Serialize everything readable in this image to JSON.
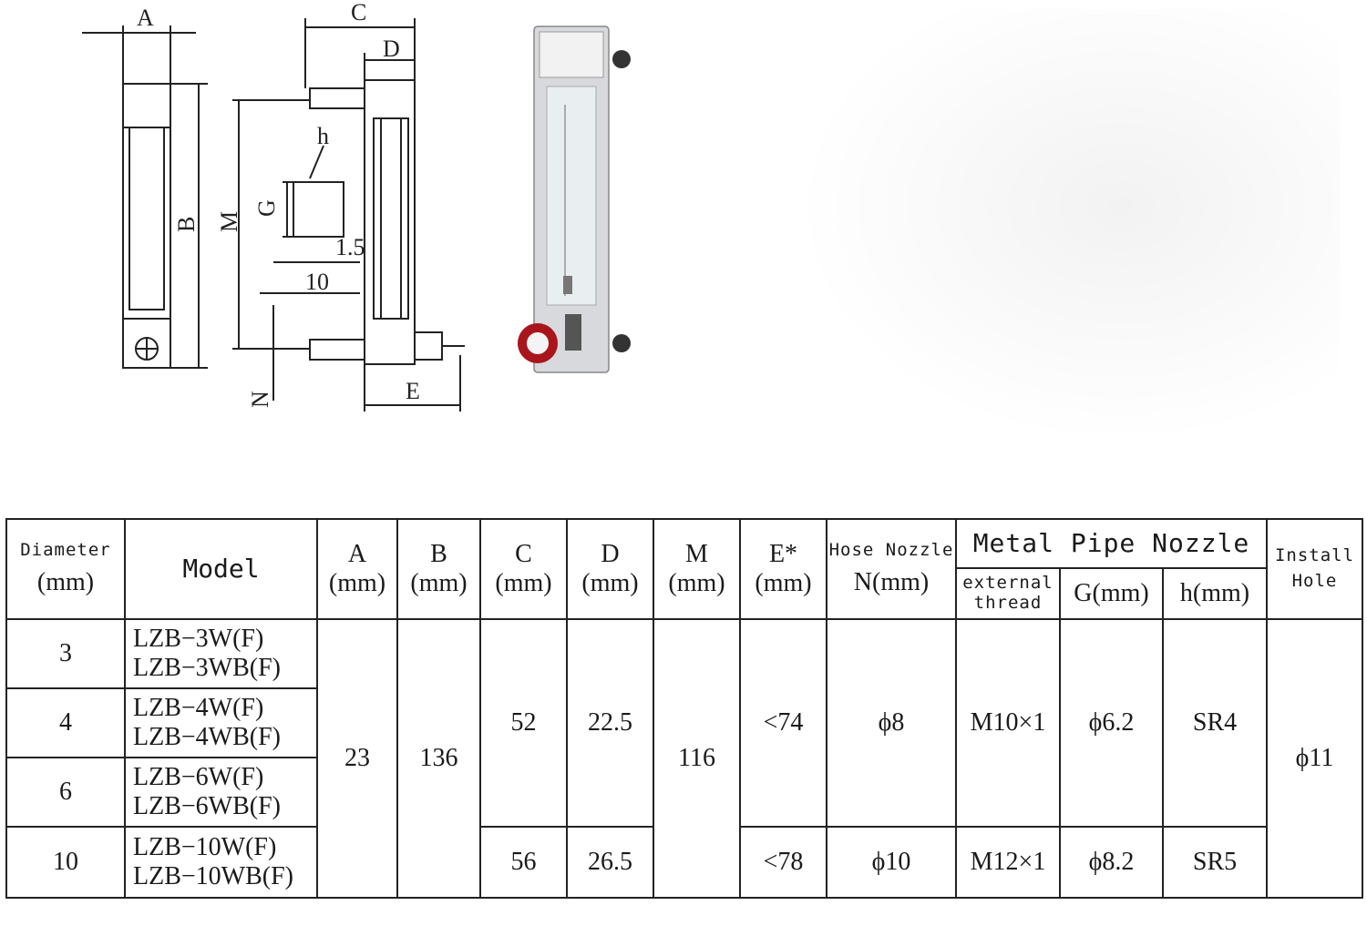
{
  "drawing": {
    "dim_labels": {
      "A": "A",
      "B": "B",
      "C": "C",
      "D": "D",
      "E": "E",
      "M": "M",
      "N": "N",
      "G": "G",
      "h": "h",
      "t": "1.5",
      "w": "10"
    }
  },
  "table": {
    "headers": {
      "diameter": "Diameter",
      "diameter_unit": "(mm)",
      "model": "Model",
      "cols": [
        {
          "name": "A",
          "unit": "(mm)"
        },
        {
          "name": "B",
          "unit": "(mm)"
        },
        {
          "name": "C",
          "unit": "(mm)"
        },
        {
          "name": "D",
          "unit": "(mm)"
        },
        {
          "name": "M",
          "unit": "(mm)"
        },
        {
          "name": "E*",
          "unit": "(mm)"
        }
      ],
      "hose": "Hose Nozzle",
      "hose_unit": "N(mm)",
      "metal": "Metal Pipe Nozzle",
      "ext": "external",
      "ext2": "thread",
      "g": "G(mm)",
      "h": "h(mm)",
      "install": "Install",
      "install2": "Hole"
    },
    "rows": [
      {
        "dia": "3",
        "m1": "LZB−3W(F)",
        "m2": "LZB−3WB(F)"
      },
      {
        "dia": "4",
        "m1": "LZB−4W(F)",
        "m2": "LZB−4WB(F)"
      },
      {
        "dia": "6",
        "m1": "LZB−6W(F)",
        "m2": "LZB−6WB(F)"
      },
      {
        "dia": "10",
        "m1": "LZB−10W(F)",
        "m2": "LZB−10WB(F)"
      }
    ],
    "shared": {
      "A": "23",
      "B": "136",
      "M": "116",
      "install": "ϕ11"
    },
    "group1": {
      "C": "52",
      "D": "22.5",
      "E": "<74",
      "N": "ϕ8",
      "ext": "M10×1",
      "G": "ϕ6.2",
      "h": "SR4"
    },
    "group2": {
      "C": "56",
      "D": "26.5",
      "E": "<78",
      "N": "ϕ10",
      "ext": "M12×1",
      "G": "ϕ8.2",
      "h": "SR5"
    }
  }
}
